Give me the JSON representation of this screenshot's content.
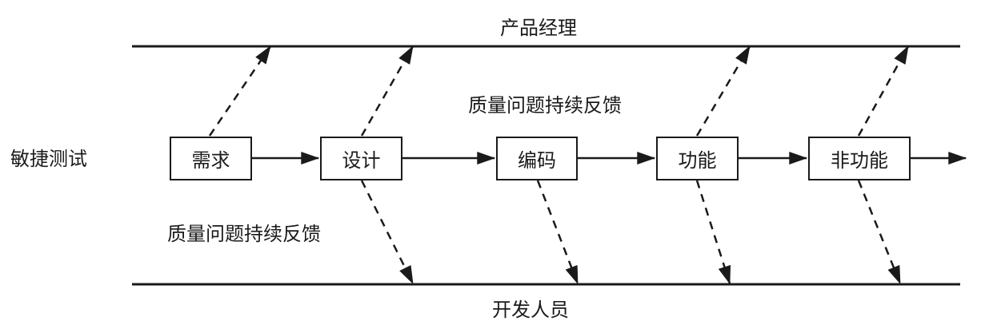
{
  "title_left": "敏捷测试",
  "top_lane_label": "产品经理",
  "bottom_lane_label": "开发人员",
  "feedback_label_top": "质量问题持续反馈",
  "feedback_label_bottom": "质量问题持续反馈",
  "stages": [
    {
      "label": "需求"
    },
    {
      "label": "设计"
    },
    {
      "label": "编码"
    },
    {
      "label": "功能"
    },
    {
      "label": "非功能"
    }
  ],
  "colors": {
    "stroke": "#1a1a1a",
    "background": "#ffffff"
  }
}
